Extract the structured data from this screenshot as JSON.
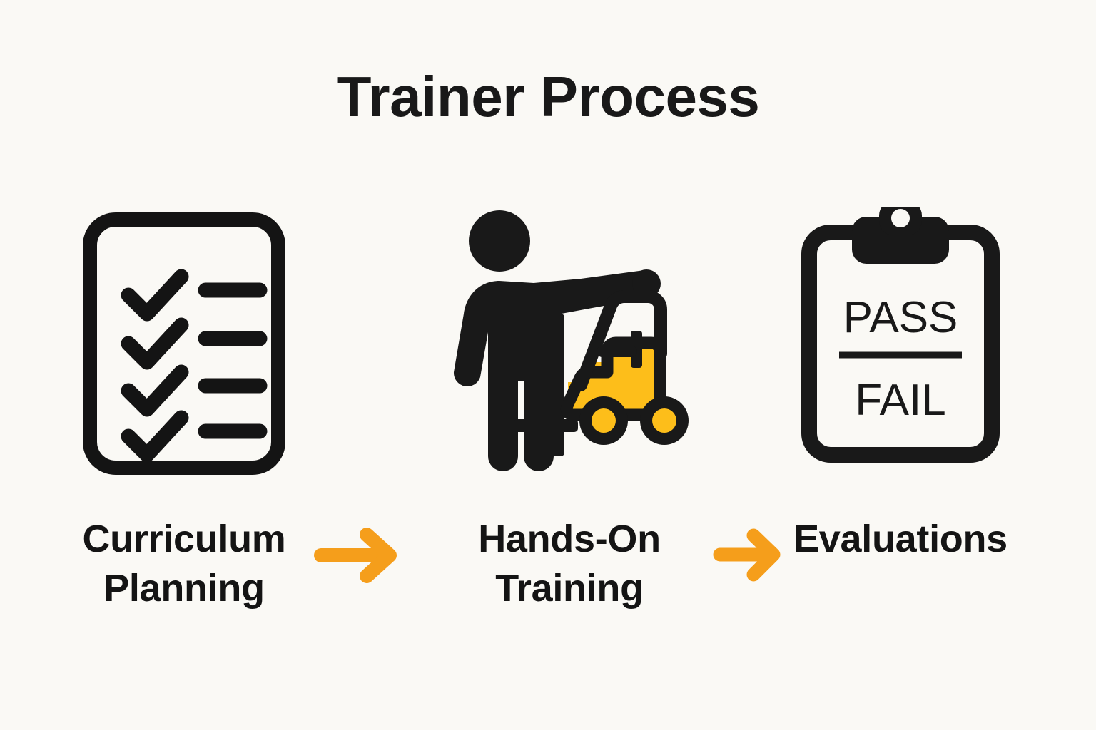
{
  "title": "Trainer Process",
  "background_color": "#faf9f5",
  "colors": {
    "ink": "#191919",
    "arrow_orange": "#f59e1b",
    "forklift_yellow": "#fdbe1a",
    "paper": "#faf9f5"
  },
  "steps": [
    {
      "id": "curriculum-planning",
      "label": "Curriculum\nPlanning",
      "icon": "checklist-document-icon",
      "icon_details": {
        "checkmark_count": 4,
        "line_count": 4
      }
    },
    {
      "id": "hands-on-training",
      "label": "Hands-On\nTraining",
      "icon": "trainer-with-forklift-icon",
      "icon_details": {
        "figure": "person-pointing-right",
        "vehicle": "forklift",
        "vehicle_color": "#fdbe1a"
      }
    },
    {
      "id": "evaluations",
      "label": "Evaluations",
      "icon": "clipboard-pass-fail-icon",
      "icon_details": {
        "top_text": "PASS",
        "bottom_text": "FAIL",
        "divider": true
      }
    }
  ],
  "arrows": [
    {
      "id": "arrow-1",
      "from": "curriculum-planning",
      "to": "hands-on-training",
      "direction": "right",
      "color": "#f59e1b"
    },
    {
      "id": "arrow-2",
      "from": "hands-on-training",
      "to": "evaluations",
      "direction": "right",
      "color": "#f59e1b"
    }
  ],
  "clipboard": {
    "pass": "PASS",
    "fail": "FAIL"
  }
}
